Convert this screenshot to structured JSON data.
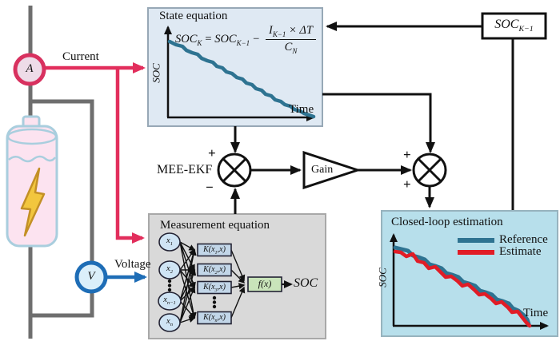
{
  "colors": {
    "current_red": "#e22e5c",
    "voltage_blue": "#1e6db6",
    "wire_gray": "#6e6e6e",
    "reference_teal": "#2e7391",
    "estimate_red": "#e11c26",
    "state_box_fill": "#dfe9f3",
    "measurement_box_fill": "#d9d9d9",
    "closed_box_fill": "#b7dfeb",
    "battery_fill": "#fce3f0",
    "battery_border": "#a9cede",
    "bolt_fill": "#f2c63e",
    "fx_fill": "#c9e4ba",
    "node_fill": "#cfe4f4",
    "kernel_fill": "#c2d6e8"
  },
  "circuit": {
    "ammeter_label": "A",
    "voltmeter_label": "V",
    "current_label": "Current",
    "voltage_label": "Voltage"
  },
  "state_box": {
    "title": "State equation",
    "ylabel": "SOC",
    "xlabel": "Time",
    "formula": {
      "lhs_base": "SOC",
      "lhs_sub": "K",
      "equals": "=",
      "rhs_base": "SOC",
      "rhs_sub": "K−1",
      "minus": "−",
      "num_base": "I",
      "num_sub": "K−1",
      "num_rest": " × ΔT",
      "den_base": "C",
      "den_sub": "N"
    }
  },
  "soc_prev_box": {
    "base": "SOC",
    "sub": "K−1"
  },
  "filter": {
    "label": "MEE-EKF"
  },
  "sum1": {
    "sign_top": "+",
    "sign_bottom": "−"
  },
  "gain": {
    "label": "Gain"
  },
  "sum2": {
    "sign_top": "+",
    "sign_bottom": "+"
  },
  "measurement_box": {
    "title": "Measurement equation",
    "inputs": [
      {
        "base": "x",
        "sub": "1"
      },
      {
        "base": "x",
        "sub": "2"
      },
      {
        "base": "x",
        "sub": "n−1"
      },
      {
        "base": "x",
        "sub": "n"
      }
    ],
    "kernels": [
      {
        "pre": "K(x",
        "sub": "1",
        "post": ",x)"
      },
      {
        "pre": "K(x",
        "sub": "2",
        "post": ",x)"
      },
      {
        "pre": "K(x",
        "sub": "3",
        "post": ",x)"
      },
      {
        "pre": "K(x",
        "sub": "n",
        "post": ",x)"
      }
    ],
    "fx_label": "f(x)",
    "output_label": "SOC"
  },
  "closed_box": {
    "title": "Closed-loop estimation",
    "ylabel": "SOC",
    "xlabel": "Time",
    "legend": [
      {
        "label": "Reference",
        "color": "#2e7391"
      },
      {
        "label": "Estimate",
        "color": "#e11c26"
      }
    ]
  }
}
